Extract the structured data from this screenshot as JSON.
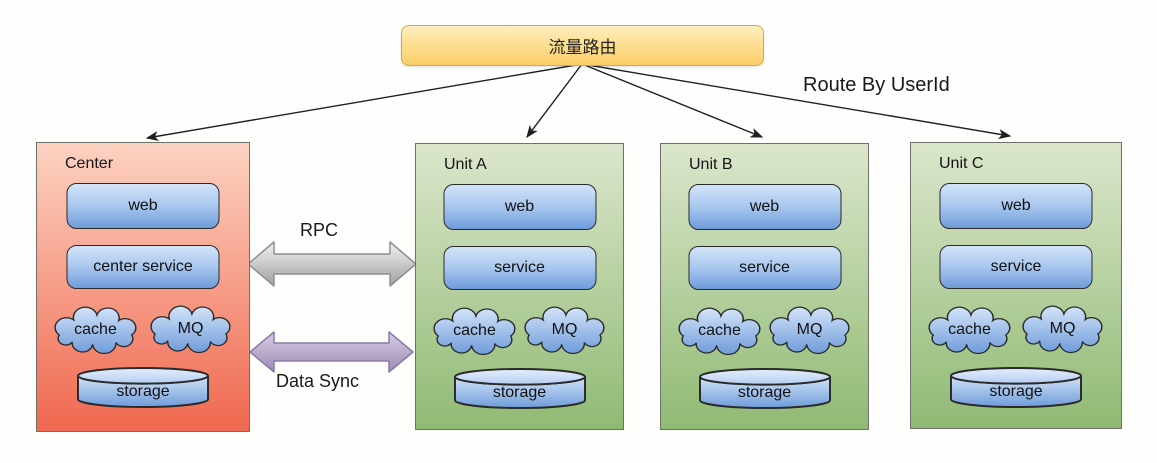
{
  "router": {
    "label": "流量路由"
  },
  "labels": {
    "route_by": "Route By UserId",
    "rpc": "RPC",
    "data_sync": "Data Sync"
  },
  "groups": [
    {
      "name": "Center",
      "web": "web",
      "service": "center service",
      "cache": "cache",
      "mq": "MQ",
      "storage": "storage"
    },
    {
      "name": "Unit A",
      "web": "web",
      "service": "service",
      "cache": "cache",
      "mq": "MQ",
      "storage": "storage"
    },
    {
      "name": "Unit B",
      "web": "web",
      "service": "service",
      "cache": "cache",
      "mq": "MQ",
      "storage": "storage"
    },
    {
      "name": "Unit C",
      "web": "web",
      "service": "service",
      "cache": "cache",
      "mq": "MQ",
      "storage": "storage"
    }
  ],
  "colors": {
    "router_fill_top": "#fdf0c0",
    "router_fill_bottom": "#fbce69",
    "router_border": "#d9a741",
    "center_fill_top": "#fcd2c2",
    "center_fill_bottom": "#f0684f",
    "unit_fill_top": "#dbe6cc",
    "unit_fill_bottom": "#90ba73",
    "node_fill_top": "#d3e4f9",
    "node_fill_bottom": "#6f9cda",
    "rpc_arrow_fill": "#c3c3c3",
    "data_sync_arrow_fill": "#a896c0",
    "connector": "#1f1f1f"
  }
}
